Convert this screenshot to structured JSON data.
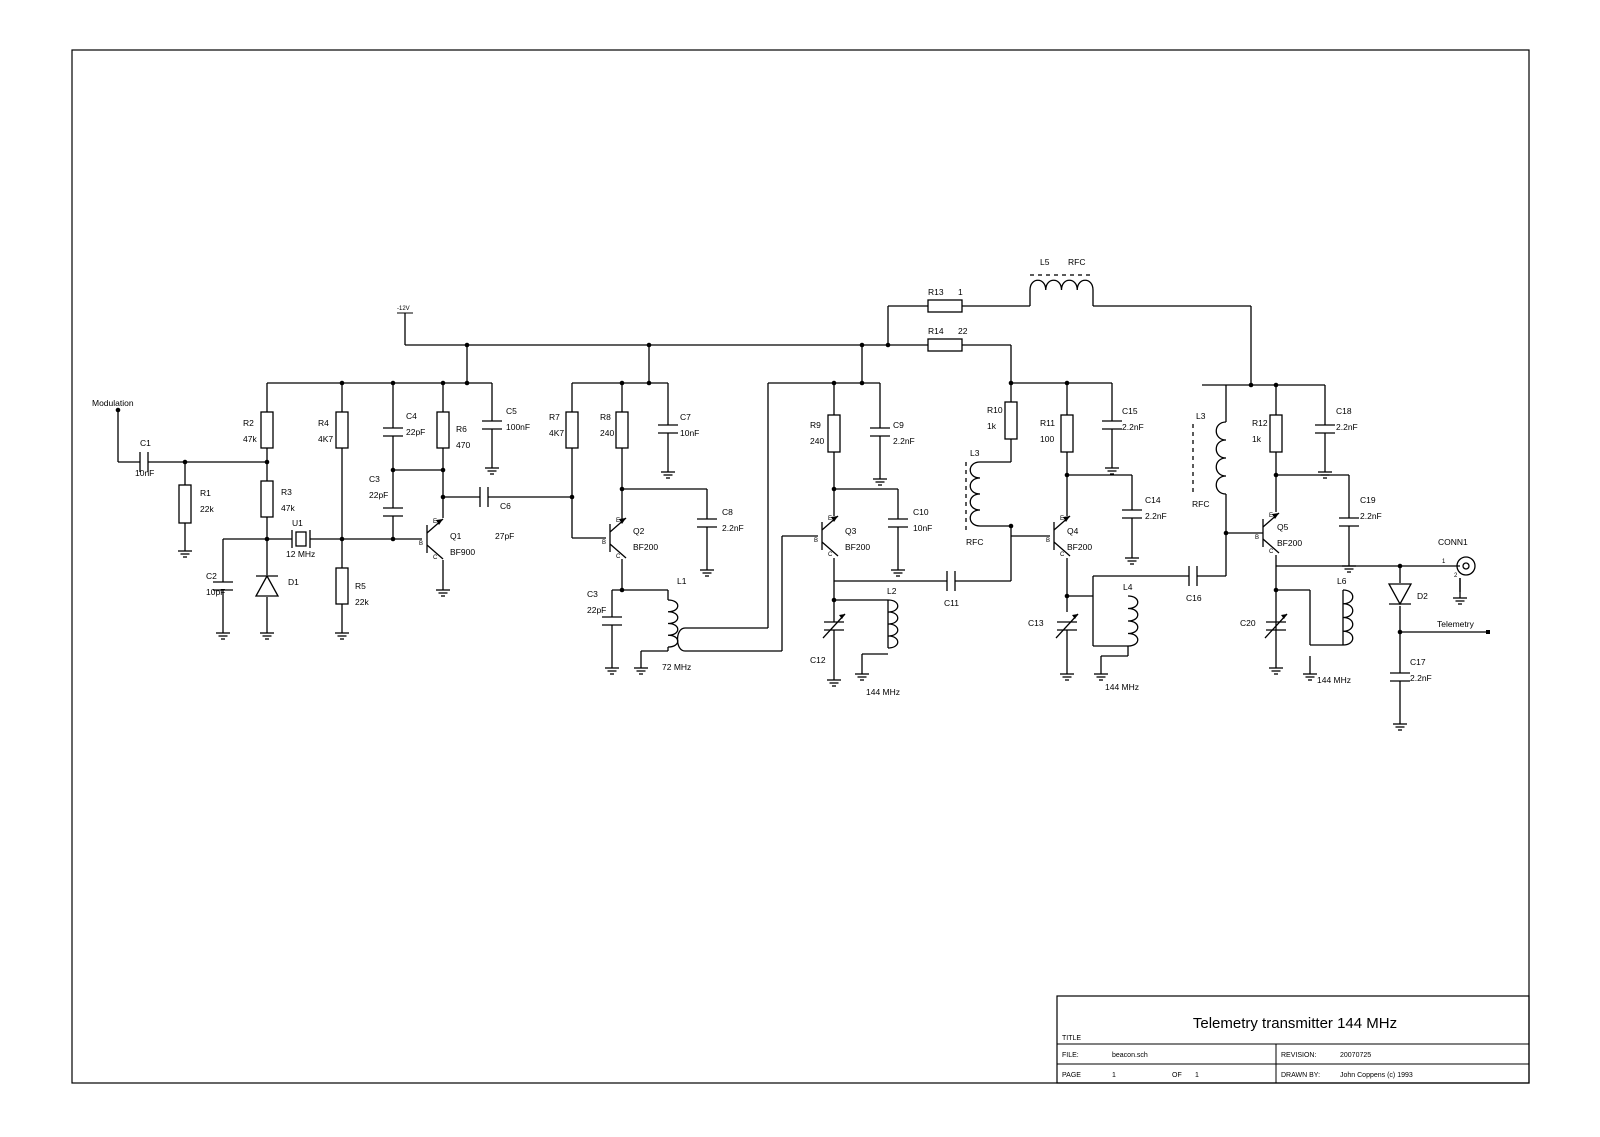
{
  "title_block": {
    "title_label": "TITLE",
    "title": "Telemetry transmitter 144 MHz",
    "file_label": "FILE:",
    "file": "beacon.sch",
    "revision_label": "REVISION:",
    "revision": "20070725",
    "page_label": "PAGE",
    "page": "1",
    "of_label": "OF",
    "of": "1",
    "drawn_by_label": "DRAWN BY:",
    "drawn_by": "John Coppens (c) 1993"
  },
  "nets": {
    "supply": "-12V",
    "modulation": "Modulation",
    "telemetry": "Telemetry",
    "connector": "CONN1",
    "pin1": "1",
    "pin2": "2",
    "rfc": "RFC"
  },
  "components": {
    "C1": {
      "ref": "C1",
      "value": "10nF"
    },
    "R1": {
      "ref": "R1",
      "value": "22k"
    },
    "R2": {
      "ref": "R2",
      "value": "47k"
    },
    "R3": {
      "ref": "R3",
      "value": "47k"
    },
    "C2": {
      "ref": "C2",
      "value": "10pF"
    },
    "D1": {
      "ref": "D1"
    },
    "U1": {
      "ref": "U1",
      "value": "12 MHz"
    },
    "R4": {
      "ref": "R4",
      "value": "4K7"
    },
    "R5": {
      "ref": "R5",
      "value": "22k"
    },
    "C4": {
      "ref": "C4",
      "value": "22pF"
    },
    "C3a": {
      "ref": "C3",
      "value": "22pF"
    },
    "R6": {
      "ref": "R6",
      "value": "470"
    },
    "C5": {
      "ref": "C5",
      "value": "100nF"
    },
    "Q1": {
      "ref": "Q1",
      "value": "BF900"
    },
    "C6": {
      "ref": "C6",
      "value": "27pF"
    },
    "R7": {
      "ref": "R7",
      "value": "4K7"
    },
    "R8": {
      "ref": "R8",
      "value": "240"
    },
    "C7": {
      "ref": "C7",
      "value": "10nF"
    },
    "Q2": {
      "ref": "Q2",
      "value": "BF200"
    },
    "C8": {
      "ref": "C8",
      "value": "2.2nF"
    },
    "C3b": {
      "ref": "C3",
      "value": "22pF"
    },
    "L1": {
      "ref": "L1",
      "value": "72 MHz"
    },
    "R9": {
      "ref": "R9",
      "value": "240"
    },
    "C9": {
      "ref": "C9",
      "value": "2.2nF"
    },
    "Q3": {
      "ref": "Q3",
      "value": "BF200"
    },
    "C10": {
      "ref": "C10",
      "value": "10nF"
    },
    "L2": {
      "ref": "L2",
      "value": "144 MHz"
    },
    "C12": {
      "ref": "C12"
    },
    "C11": {
      "ref": "C11"
    },
    "R13": {
      "ref": "R13",
      "value": "1"
    },
    "R14": {
      "ref": "R14",
      "value": "22"
    },
    "L5": {
      "ref": "L5",
      "value": "RFC"
    },
    "R10": {
      "ref": "R10",
      "value": "1k"
    },
    "L3a": {
      "ref": "L3"
    },
    "R11": {
      "ref": "R11",
      "value": "100"
    },
    "C15": {
      "ref": "C15",
      "value": "2.2nF"
    },
    "C14": {
      "ref": "C14",
      "value": "2.2nF"
    },
    "Q4": {
      "ref": "Q4",
      "value": "BF200"
    },
    "C13": {
      "ref": "C13"
    },
    "L4": {
      "ref": "L4",
      "value": "144 MHz"
    },
    "C16": {
      "ref": "C16"
    },
    "L3b": {
      "ref": "L3"
    },
    "R12": {
      "ref": "R12",
      "value": "1k"
    },
    "C18": {
      "ref": "C18",
      "value": "2.2nF"
    },
    "C19": {
      "ref": "C19",
      "value": "2.2nF"
    },
    "Q5": {
      "ref": "Q5",
      "value": "BF200"
    },
    "C20": {
      "ref": "C20"
    },
    "L6": {
      "ref": "L6",
      "value": "144 MHz"
    },
    "D2": {
      "ref": "D2"
    },
    "C17": {
      "ref": "C17",
      "value": "2.2nF"
    }
  }
}
